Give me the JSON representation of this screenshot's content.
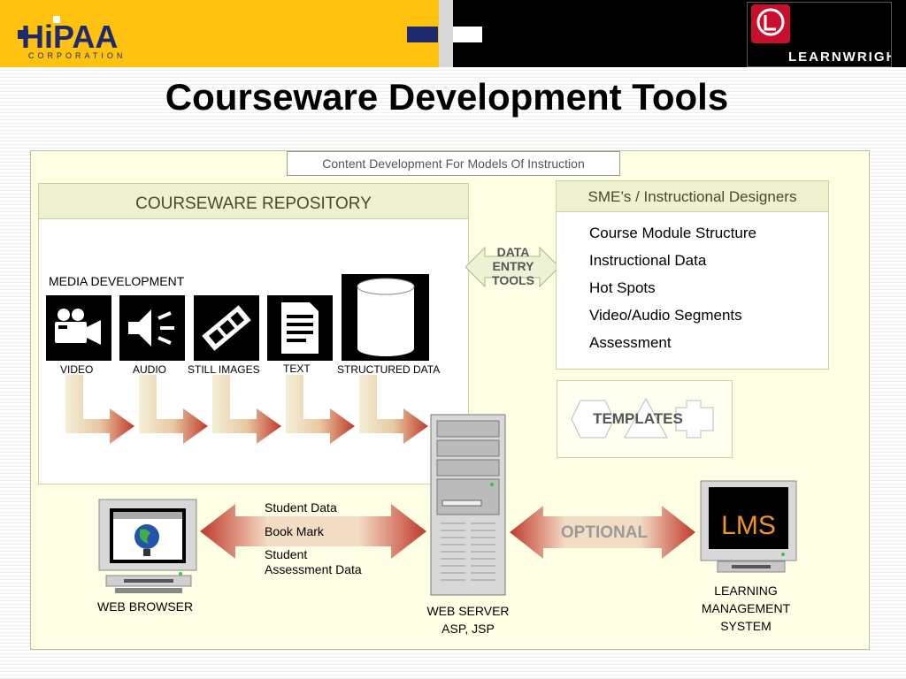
{
  "header": {
    "hipaa_logo": "HiPAA",
    "hipaa_sub": "CORPORATION",
    "learnwright_logo": "LEARNWRIGHT",
    "colors": {
      "yellow": "#ffc20e",
      "navy": "#1f2a6e",
      "red": "#c8102e"
    }
  },
  "slide": {
    "title": "Courseware Development Tools"
  },
  "diagram": {
    "top_label": "Content Development For Models Of Instruction",
    "repository": {
      "heading": "COURSEWARE REPOSITORY",
      "media_label": "MEDIA DEVELOPMENT",
      "media": [
        {
          "label": "VIDEO",
          "icon": "video-camera-icon"
        },
        {
          "label": "AUDIO",
          "icon": "speaker-icon"
        },
        {
          "label": "STILL IMAGES",
          "icon": "film-strip-icon"
        },
        {
          "label": "TEXT",
          "icon": "document-icon"
        }
      ],
      "structured_label": "STRUCTURED DATA"
    },
    "data_entry": {
      "lines": [
        "DATA",
        "ENTRY",
        "TOOLS"
      ]
    },
    "sme": {
      "heading": "SME’s / Instructional Designers",
      "items": [
        "Course Module Structure",
        "Instructional Data",
        "Hot Spots",
        "Video/Audio Segments",
        "Assessment"
      ]
    },
    "templates_label": "TEMPLATES",
    "student_data": {
      "items": [
        "Student Data",
        "Book Mark",
        "Student",
        "Assessment Data"
      ]
    },
    "optional_label": "OPTIONAL",
    "web_browser_label": "WEB BROWSER",
    "web_server_label": [
      "WEB  SERVER",
      "ASP, JSP"
    ],
    "lms_screen": "LMS",
    "lms_label": [
      "LEARNING",
      "MANAGEMENT",
      "SYSTEM"
    ]
  }
}
